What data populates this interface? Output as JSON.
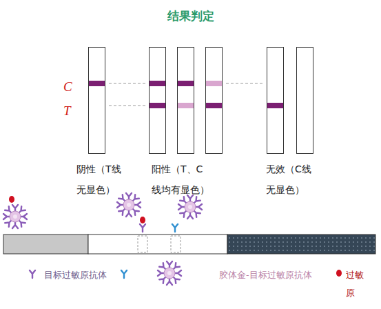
{
  "diagram": {
    "title": "结果判定",
    "labels": [
      "C",
      "T",
      "阴性（T线 无显色）",
      "阳性（T、C 线均有显色）",
      "无效（C线 无显色）"
    ],
    "legend": [
      {
        "text": "目标过敏原抗体"
      },
      {
        "text": "胶体金-目标过敏原抗体"
      },
      {
        "text": "过敏 原"
      }
    ]
  }
}
